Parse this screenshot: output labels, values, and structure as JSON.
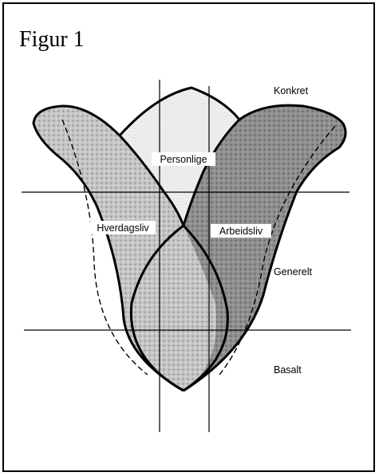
{
  "figure": {
    "title": "Figur 1"
  },
  "diagram": {
    "petal_labels": {
      "top": "Personlige",
      "left": "Hverdagsliv",
      "right": "Arbeidsliv"
    },
    "level_labels": {
      "level_1": "Konkret",
      "level_2": "Generelt",
      "level_3": "Basalt"
    },
    "colors": {
      "left_petal": "#bcbcbc",
      "right_petal": "#8e8e8e",
      "top_petal": "#eeeeee",
      "lines": "#000000",
      "frame": "#000000",
      "background": "#ffffff"
    }
  }
}
